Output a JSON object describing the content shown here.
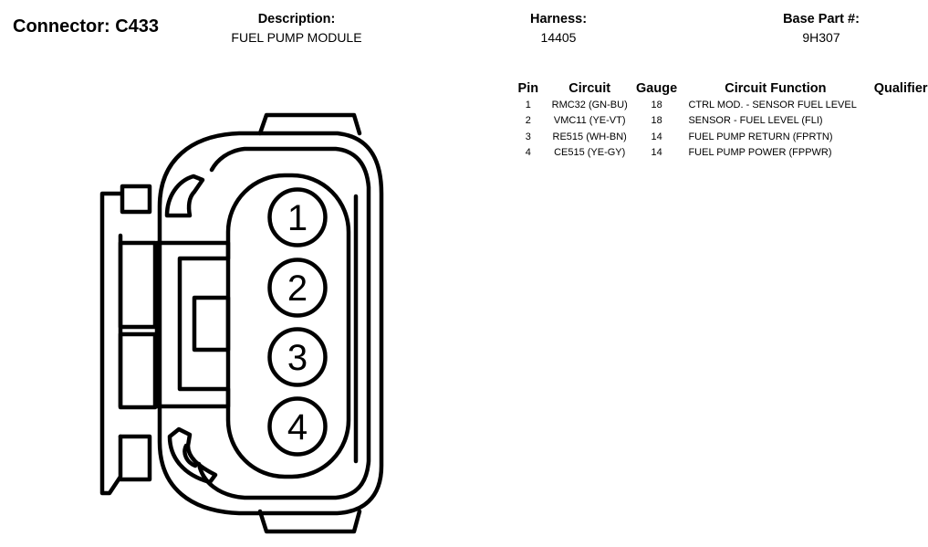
{
  "connector": {
    "title": "Connector: C433"
  },
  "description": {
    "label": "Description:",
    "value": "FUEL PUMP MODULE"
  },
  "harness": {
    "label": "Harness:",
    "value": "14405"
  },
  "base_part": {
    "label": "Base Part #:",
    "value": "9H307"
  },
  "table": {
    "headers": {
      "pin": "Pin",
      "circuit": "Circuit",
      "gauge": "Gauge",
      "function": "Circuit Function",
      "qualifier": "Qualifier"
    },
    "rows": [
      {
        "pin": "1",
        "circuit": "RMC32 (GN-BU)",
        "gauge": "18",
        "function": "CTRL MOD. - SENSOR FUEL LEVEL",
        "qualifier": ""
      },
      {
        "pin": "2",
        "circuit": "VMC11 (YE-VT)",
        "gauge": "18",
        "function": "SENSOR - FUEL LEVEL (FLI)",
        "qualifier": ""
      },
      {
        "pin": "3",
        "circuit": "RE515 (WH-BN)",
        "gauge": "14",
        "function": "FUEL PUMP RETURN (FPRTN)",
        "qualifier": ""
      },
      {
        "pin": "4",
        "circuit": "CE515 (YE-GY)",
        "gauge": "14",
        "function": "FUEL PUMP POWER (FPPWR)",
        "qualifier": ""
      }
    ]
  },
  "diagram": {
    "pins": [
      "1",
      "2",
      "3",
      "4"
    ]
  }
}
